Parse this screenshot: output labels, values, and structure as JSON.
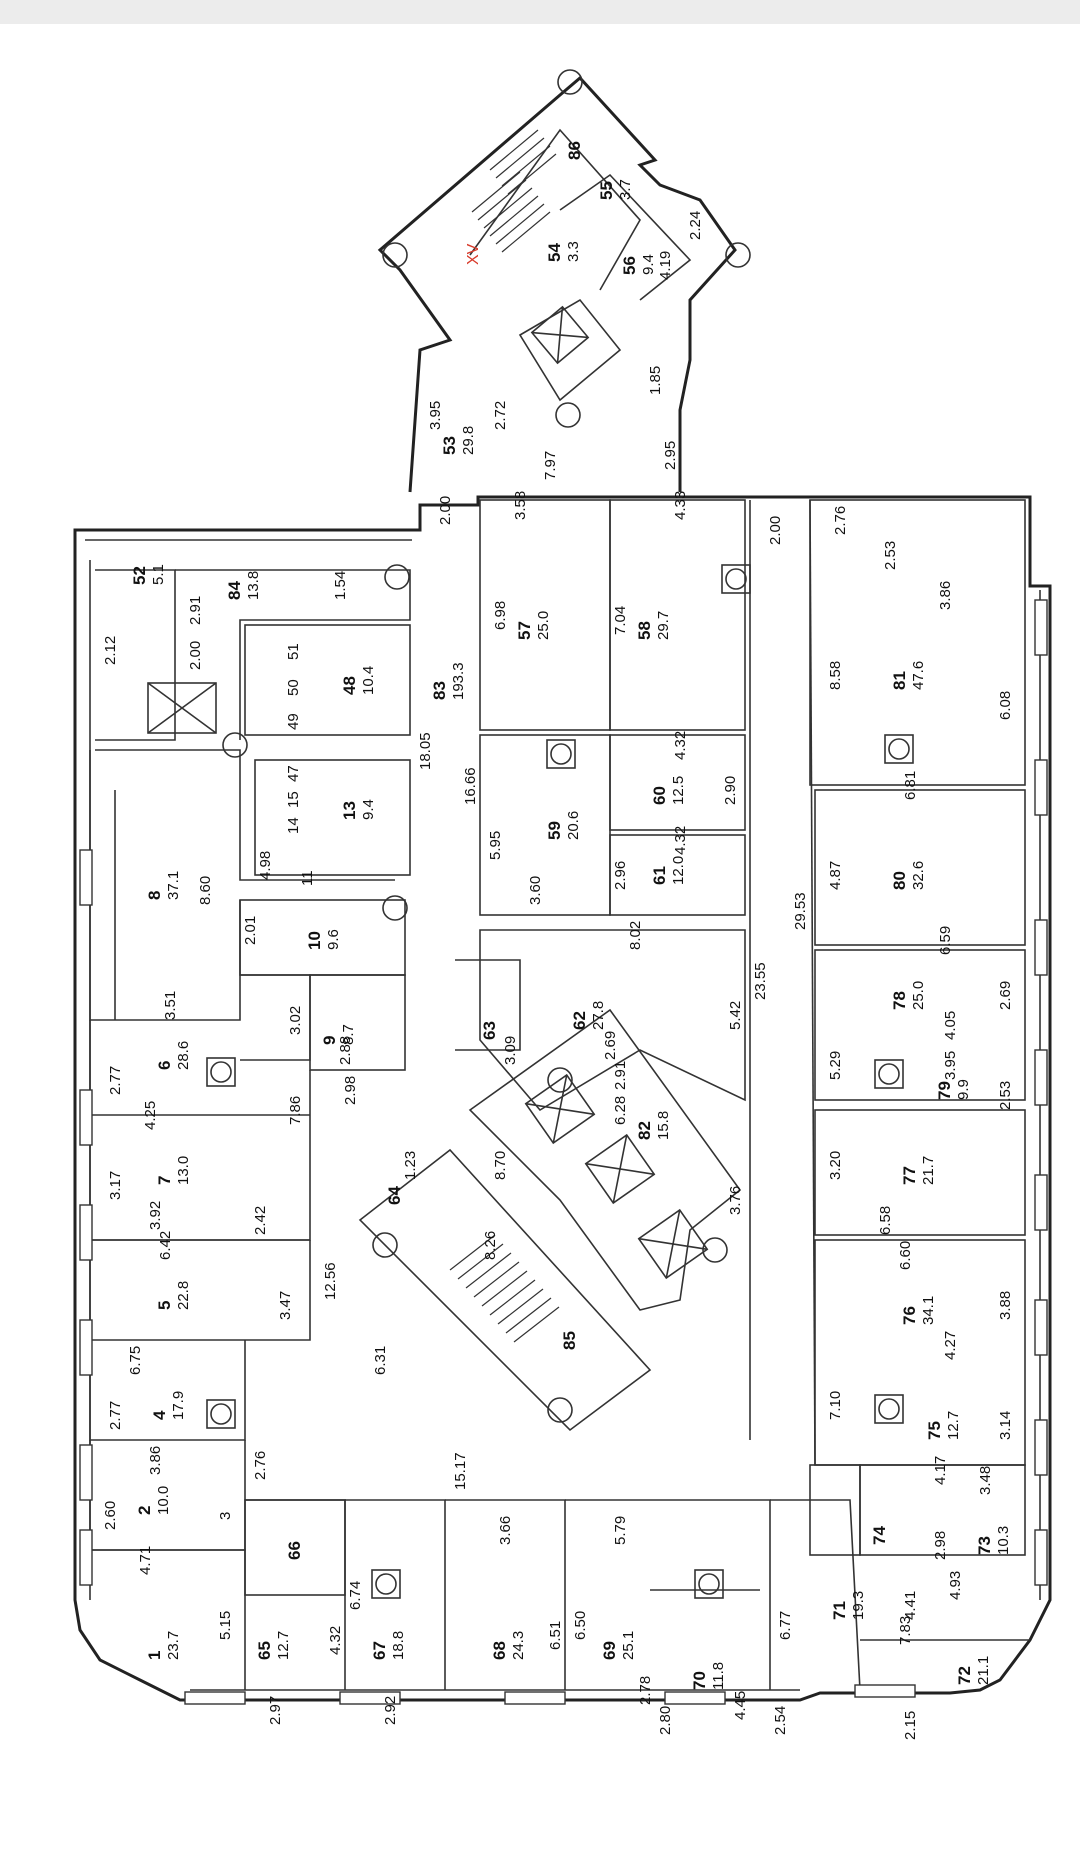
{
  "section_label": "XV",
  "rooms": [
    {
      "id": "86",
      "area": ""
    },
    {
      "id": "55",
      "area": "3.7"
    },
    {
      "id": "54",
      "area": "3.3"
    },
    {
      "id": "56",
      "area": "9.4"
    },
    {
      "id": "53",
      "area": "29.8"
    },
    {
      "id": "52",
      "area": "5.1"
    },
    {
      "id": "84",
      "area": "13.8"
    },
    {
      "id": "48",
      "area": "10.4"
    },
    {
      "id": "83",
      "area": "193.3"
    },
    {
      "id": "57",
      "area": "25.0"
    },
    {
      "id": "58",
      "area": "29.7"
    },
    {
      "id": "81",
      "area": "47.6"
    },
    {
      "id": "51",
      "area": ""
    },
    {
      "id": "50",
      "area": ""
    },
    {
      "id": "49",
      "area": ""
    },
    {
      "id": "47",
      "area": ""
    },
    {
      "id": "15",
      "area": ""
    },
    {
      "id": "14",
      "area": ""
    },
    {
      "id": "13",
      "area": "9.4"
    },
    {
      "id": "8",
      "area": "37.1"
    },
    {
      "id": "59",
      "area": "20.6"
    },
    {
      "id": "60",
      "area": "12.5"
    },
    {
      "id": "61",
      "area": "12.0"
    },
    {
      "id": "80",
      "area": "32.6"
    },
    {
      "id": "10",
      "area": "9.6"
    },
    {
      "id": "11",
      "area": ""
    },
    {
      "id": "62",
      "area": "27.8"
    },
    {
      "id": "9",
      "area": "8.7"
    },
    {
      "id": "6",
      "area": "28.6"
    },
    {
      "id": "63",
      "area": ""
    },
    {
      "id": "82",
      "area": "15.8"
    },
    {
      "id": "78",
      "area": "25.0"
    },
    {
      "id": "79",
      "area": "9.9"
    },
    {
      "id": "7",
      "area": "13.0"
    },
    {
      "id": "64",
      "area": ""
    },
    {
      "id": "77",
      "area": "21.7"
    },
    {
      "id": "5",
      "area": "22.8"
    },
    {
      "id": "85",
      "area": ""
    },
    {
      "id": "76",
      "area": "34.1"
    },
    {
      "id": "4",
      "area": "17.9"
    },
    {
      "id": "75",
      "area": "12.7"
    },
    {
      "id": "2",
      "area": "10.0"
    },
    {
      "id": "66",
      "area": ""
    },
    {
      "id": "74",
      "area": ""
    },
    {
      "id": "73",
      "area": "10.3"
    },
    {
      "id": "1",
      "area": "23.7"
    },
    {
      "id": "65",
      "area": "12.7"
    },
    {
      "id": "67",
      "area": "18.8"
    },
    {
      "id": "68",
      "area": "24.3"
    },
    {
      "id": "69",
      "area": "25.1"
    },
    {
      "id": "70",
      "area": "11.8"
    },
    {
      "id": "71",
      "area": "19.3"
    },
    {
      "id": "72",
      "area": "21.1"
    }
  ],
  "dimensions": [
    "2.24",
    "4.19",
    "1.85",
    "3.95",
    "2.72",
    "7.97",
    "2.95",
    "2.00",
    "3.58",
    "4.33",
    "2.00",
    "2.76",
    "2.53",
    "3.86",
    "2.91",
    "1.54",
    "2.12",
    "2.00",
    "18.05",
    "16.66",
    "6.98",
    "7.04",
    "8.58",
    "6.08",
    "5.95",
    "4.32",
    "2.90",
    "6.81",
    "8.60",
    "4.98",
    "2.96",
    "4.32",
    "4.87",
    "2.01",
    "3.60",
    "29.53",
    "3.51",
    "8.02",
    "23.55",
    "6.59",
    "2.69",
    "3.02",
    "2.88",
    "3.09",
    "2.69",
    "2.91",
    "5.42",
    "4.05",
    "2.77",
    "2.98",
    "7.86",
    "6.28",
    "3.95",
    "5.29",
    "2.53",
    "4.25",
    "8.70",
    "3.17",
    "3.92",
    "2.42",
    "3.76",
    "3.20",
    "6.58",
    "8.26",
    "6.42",
    "12.56",
    "6.31",
    "6.60",
    "3.47",
    "3.88",
    "6.75",
    "4.27",
    "2.77",
    "7.10",
    "3.14",
    "15.17",
    "4.17",
    "3.86",
    "2.76",
    "2.60",
    "3",
    "3.48",
    "2.98",
    "4.71",
    "3.66",
    "5.79",
    "4.93",
    "5.15",
    "4.32",
    "6.74",
    "6.51",
    "6.50",
    "6.77",
    "7.83",
    "4.41",
    "2.78",
    "4.45",
    "2.97",
    "2.92",
    "2.80",
    "2.54",
    "2.15",
    "1.23"
  ]
}
